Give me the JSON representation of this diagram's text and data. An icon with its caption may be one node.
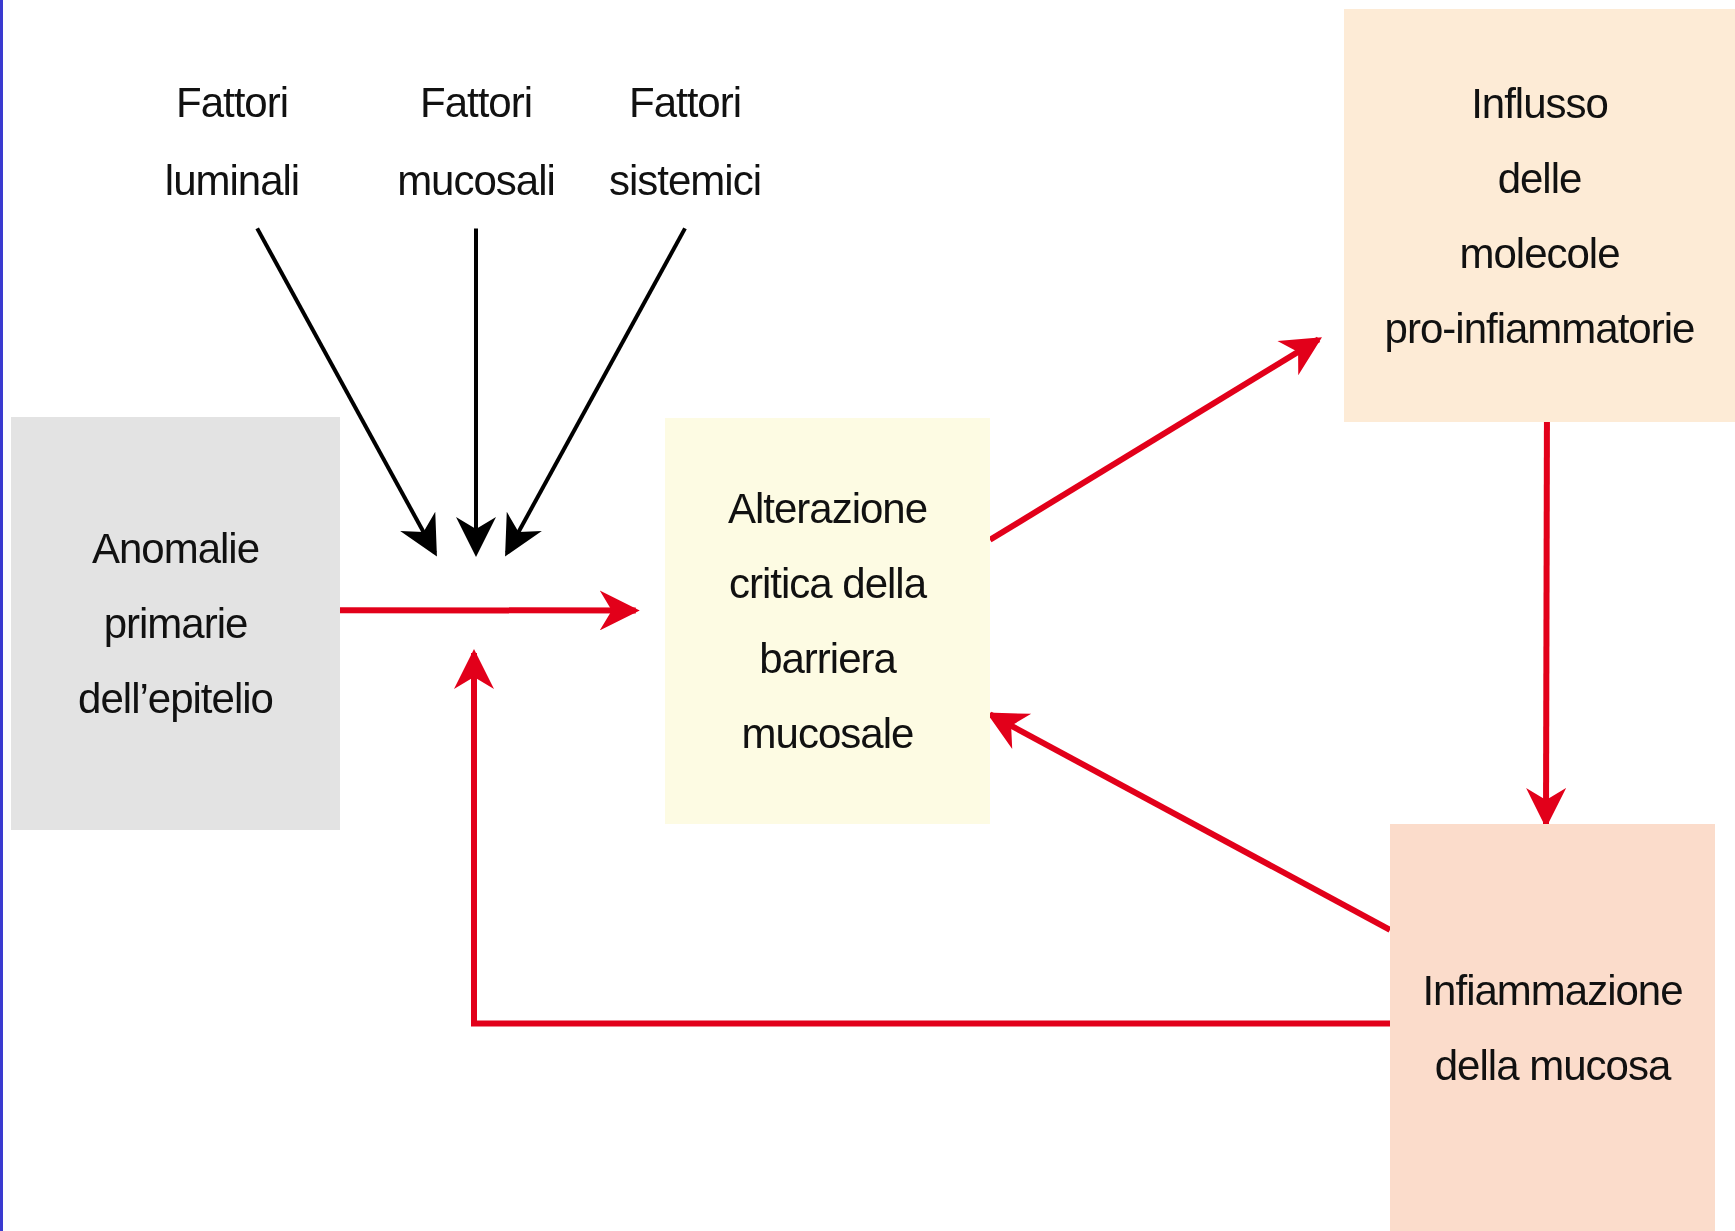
{
  "diagram": {
    "nodes": [
      {
        "text": [
          "Anomalie primarie dell’epitelio"
        ]
      },
      {
        "text": [
          "Fattori luminali"
        ]
      },
      {
        "text": [
          "Fattori mucosali"
        ]
      },
      {
        "text": [
          "Fattori sistemici"
        ]
      },
      {
        "text": [
          "Alterazione critica della barriera mucosale"
        ]
      },
      {
        "text": [
          "Influsso delle molecole pro-infiammatorie"
        ]
      },
      {
        "text": [
          "Infiammazione della mucosa"
        ]
      }
    ],
    "edges": [
      {
        "from": 0,
        "to": 4,
        "arrow": "to"
      },
      {
        "from": 1,
        "to": null,
        "arrow": "to",
        "color": "#000000"
      },
      {
        "from": 2,
        "to": null,
        "arrow": "to",
        "color": "#000000"
      },
      {
        "from": 3,
        "to": null,
        "arrow": "to",
        "color": "#000000"
      },
      {
        "from": 4,
        "to": 5,
        "arrow": "to"
      },
      {
        "from": 5,
        "to": 6,
        "arrow": "to"
      },
      {
        "from": 6,
        "to": 4,
        "arrow": "to"
      },
      {
        "from": 6,
        "to": null,
        "arrow": "to"
      }
    ]
  }
}
